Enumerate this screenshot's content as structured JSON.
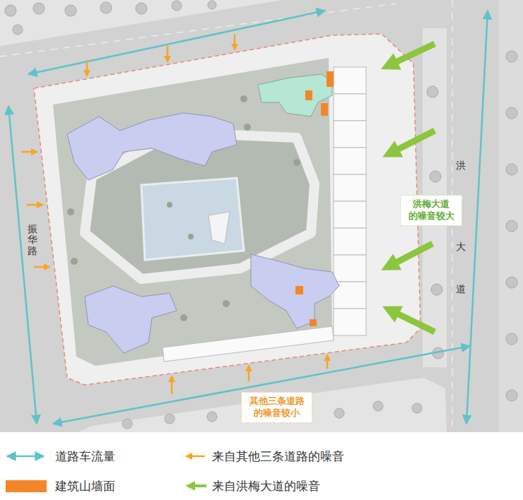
{
  "diagram": {
    "nodes": [
      {
        "text": [
          "洪梅大道 的噪音较大"
        ]
      },
      {
        "text": [
          "其他三条道路 的噪音较小"
        ]
      }
    ],
    "labels": [
      "洪",
      "大",
      "道",
      "振华路"
    ],
    "legend": [
      {
        "text": "道路车流量"
      },
      {
        "text": "来自其他三条道路的噪音"
      },
      {
        "text": "建筑山墙面",
        "color": "#f4862a"
      },
      {
        "text": "来自洪梅大道的噪音"
      }
    ]
  }
}
